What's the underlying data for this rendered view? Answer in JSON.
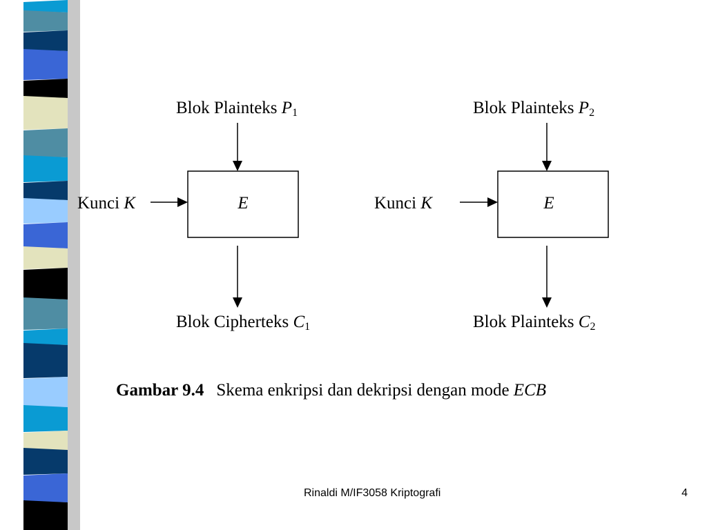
{
  "colors": {
    "strip_navy": "#063a6b",
    "strip_blue": "#3a66d6",
    "strip_cyan": "#0a9bd3",
    "strip_teal": "#4f8da3",
    "strip_light_blue": "#99ccff",
    "strip_cream": "#e3e3bd",
    "strip_black": "#000000",
    "strip_shadow": "#8a8a8a"
  },
  "diagram": {
    "left": {
      "input_label": "Blok Plainteks ",
      "input_var": "P",
      "input_sub": "1",
      "key_label": "Kunci ",
      "key_var": "K",
      "box_label": "E",
      "output_label": "Blok Cipherteks ",
      "output_var": "C",
      "output_sub": "1"
    },
    "right": {
      "input_label": "Blok Plainteks ",
      "input_var": "P",
      "input_sub": "2",
      "key_label": "Kunci ",
      "key_var": "K",
      "box_label": "E",
      "output_label": "Blok Plainteks ",
      "output_var": "C",
      "output_sub": "2"
    }
  },
  "caption": {
    "label": "Gambar 9.4",
    "text": "Skema enkripsi dan dekripsi dengan mode ",
    "term": "ECB"
  },
  "footer": {
    "author": "Rinaldi M/IF3058 Kriptografi",
    "page": "4"
  }
}
